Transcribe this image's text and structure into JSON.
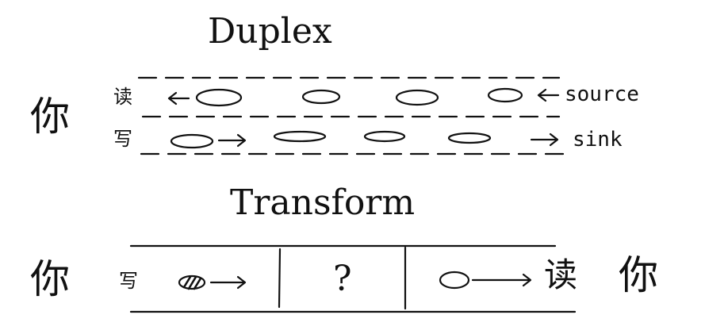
{
  "duplex": {
    "title": "Duplex",
    "you": "你",
    "read": "读",
    "write": "写",
    "source": "source",
    "sink": "sink"
  },
  "transform": {
    "title": "Transform",
    "you_left": "你",
    "write": "写",
    "middle": "?",
    "read": "读",
    "you_right": "你"
  },
  "colors": {
    "ink": "#111111",
    "background": "#ffffff"
  }
}
